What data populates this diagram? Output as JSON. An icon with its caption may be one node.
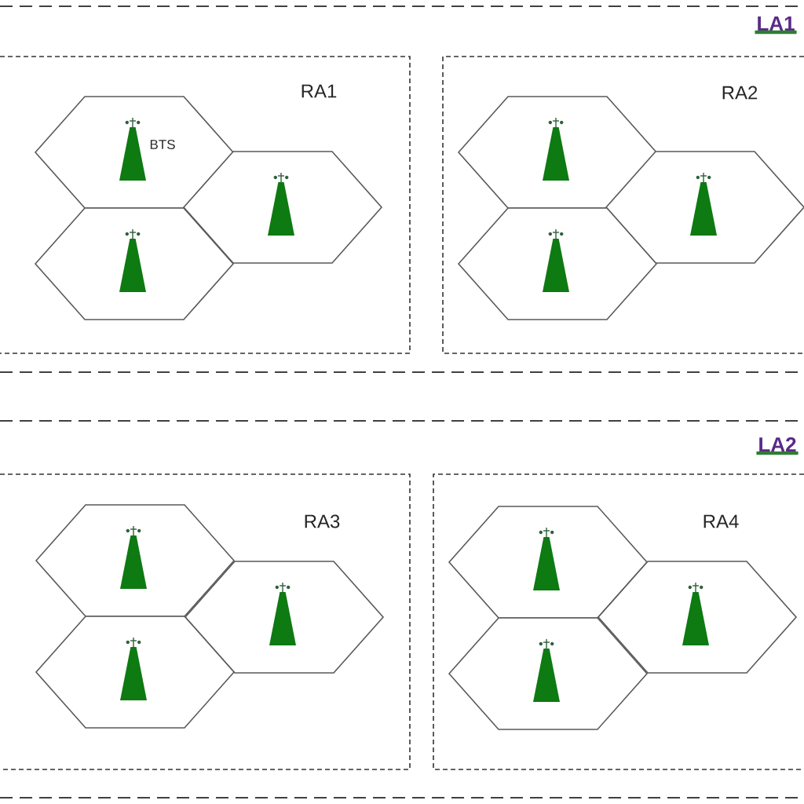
{
  "diagram": {
    "nodes": [
      {
        "text": [
          "LA1"
        ]
      },
      {
        "text": [
          "RA1"
        ],
        "in": 0
      },
      {
        "text": [
          "BTS"
        ],
        "in": 1
      },
      {
        "text": [],
        "shape": "hexagon",
        "in": 1
      },
      {
        "text": [],
        "shape": "hexagon",
        "in": 1
      },
      {
        "text": [
          "RA2"
        ],
        "in": 0
      },
      {
        "text": [],
        "shape": "hexagon",
        "in": 5
      },
      {
        "text": [],
        "shape": "hexagon",
        "in": 5
      },
      {
        "text": [],
        "shape": "hexagon",
        "in": 5
      },
      {
        "text": [
          "LA2"
        ]
      },
      {
        "text": [
          "RA3"
        ],
        "in": 9
      },
      {
        "text": [],
        "shape": "hexagon",
        "in": 10
      },
      {
        "text": [],
        "shape": "hexagon",
        "in": 10
      },
      {
        "text": [],
        "shape": "hexagon",
        "in": 10
      },
      {
        "text": [
          "RA4"
        ],
        "in": 9
      },
      {
        "text": [],
        "shape": "hexagon",
        "in": 14
      },
      {
        "text": [],
        "shape": "hexagon",
        "in": 14
      },
      {
        "text": [],
        "shape": "hexagon",
        "in": 14
      }
    ]
  }
}
